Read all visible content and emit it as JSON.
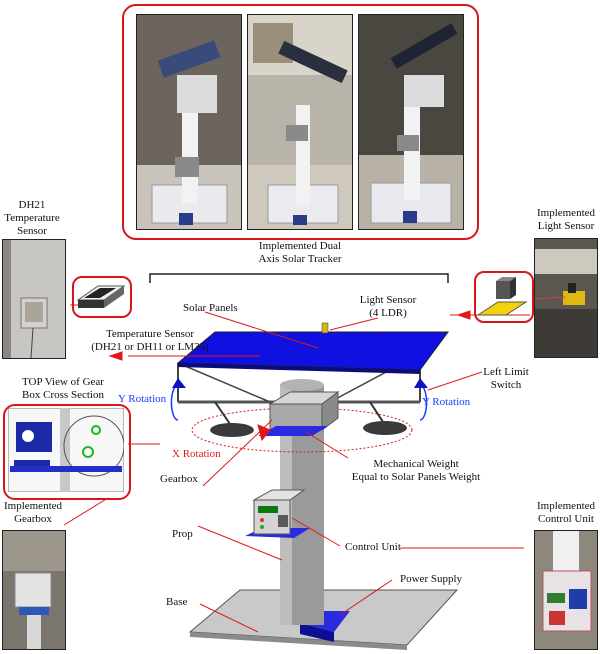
{
  "labels": {
    "tracker_title_line1": "Implemented Dual",
    "tracker_title_line2": "Axis Solar Tracker",
    "dh21_line1": "DH21",
    "dh21_line2": "Temperature",
    "dh21_line3": "Sensor",
    "light_impl_line1": "Implemented",
    "light_impl_line2": "Light Sensor",
    "solar_panels": "Solar Panels",
    "light_sensor_line1": "Light Sensor",
    "light_sensor_line2": "(4 LDR)",
    "temp_sensor_line1": "Temperature Sensor",
    "temp_sensor_line2": "(DH21 or DH11 or LM35)",
    "gear_top_line1": "TOP View of Gear",
    "gear_top_line2": "Box Cross Section",
    "left_limit_line1": "Left Limit",
    "left_limit_line2": "Switch",
    "y_rotation_left": "Y Rotation",
    "y_rotation_right": "Y Rotation",
    "x_rotation": "X Rotation",
    "gearbox": "Gearbox",
    "mech_weight_line1": "Mechanical Weight",
    "mech_weight_line2": "Equal to Solar Panels Weight",
    "gearbox_impl_line1": "Implemented",
    "gearbox_impl_line2": "Gearbox",
    "control_impl_line1": "Implemented",
    "control_impl_line2": "Control Unit",
    "prop": "Prop",
    "control_unit": "Control Unit",
    "power_supply": "Power Supply",
    "base": "Base"
  },
  "colors": {
    "panel_blue": "#1010e0",
    "arrow_red": "#e01818",
    "frame_red": "#d9141b",
    "rotation_blue": "#1a3cff",
    "sensor_yellow": "#f2d20a"
  }
}
